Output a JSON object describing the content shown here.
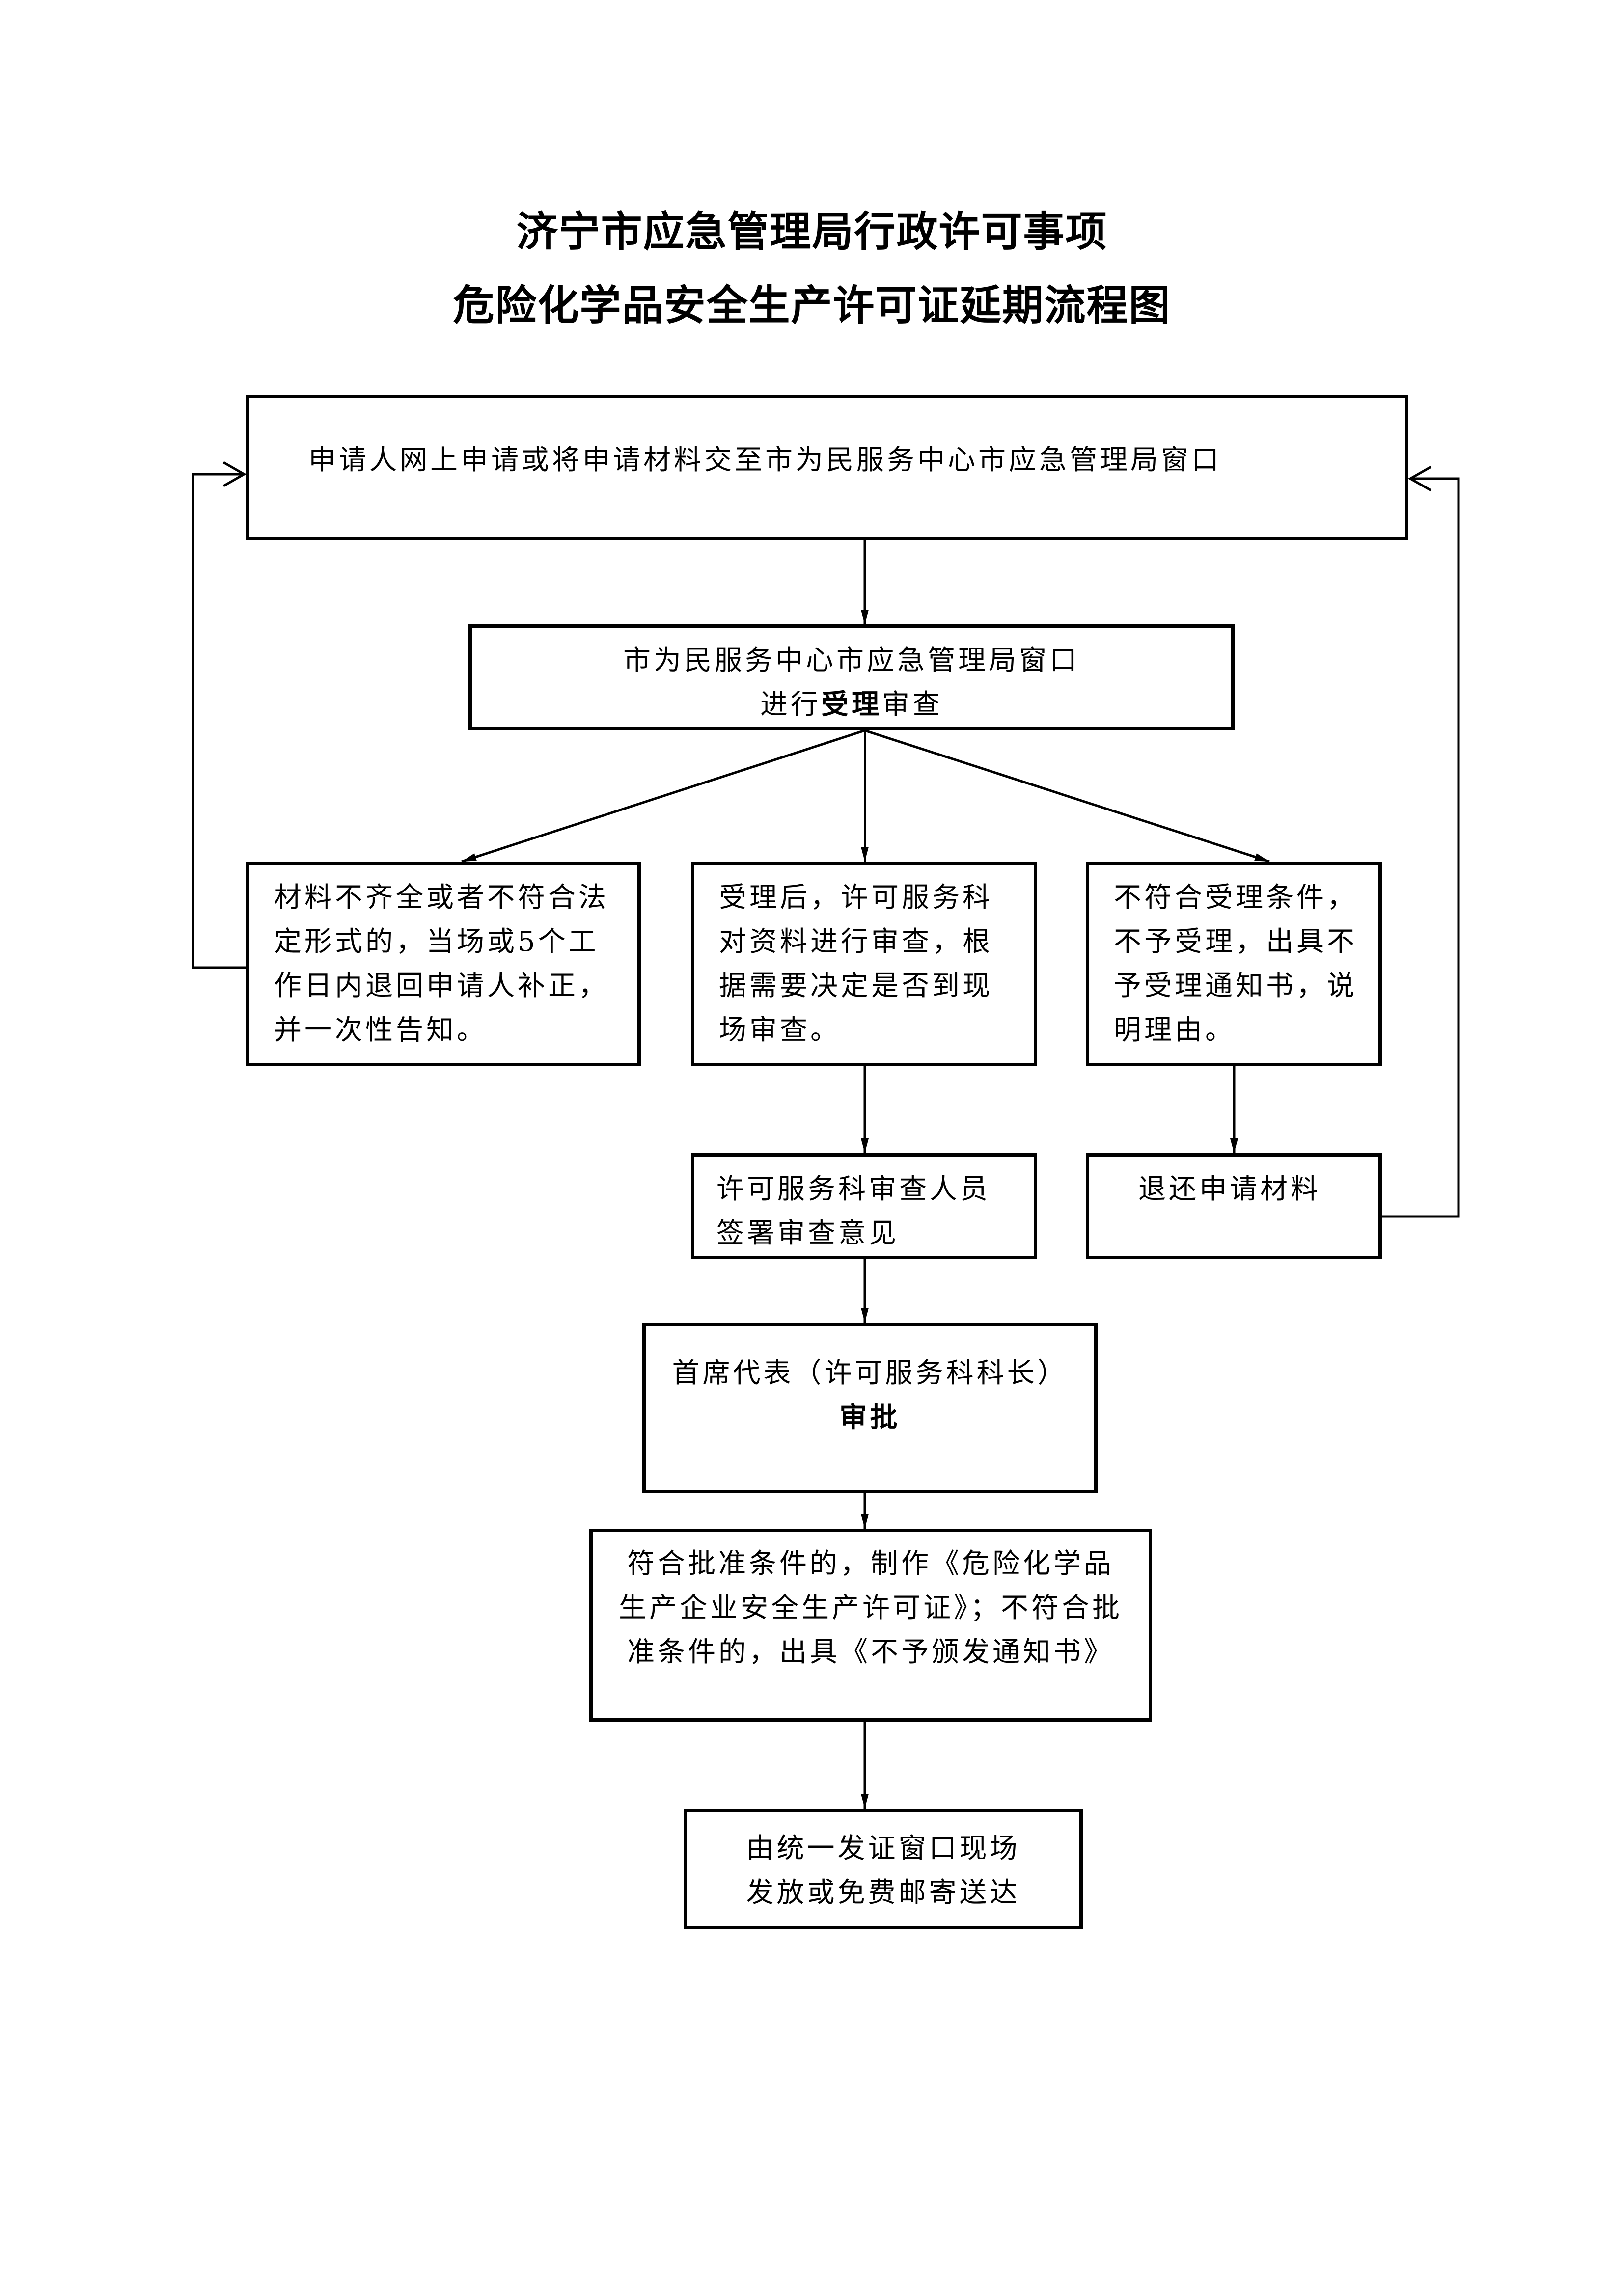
{
  "title": {
    "line1": "济宁市应急管理局行政许可事项",
    "line2": "危险化学品安全生产许可证延期流程图"
  },
  "nodes": {
    "apply": {
      "text": "申请人网上申请或将申请材料交至市为民服务中心市应急管理局窗口"
    },
    "accept_review": {
      "line1": "市为民服务中心市应急管理局窗口",
      "line2_pre": "进行",
      "line2_bold": "受理",
      "line2_post": "审查"
    },
    "incomplete": {
      "text": "材料不齐全或者不符合法定形式的，当场或5个工作日内退回申请人补正，并一次性告知。"
    },
    "accepted": {
      "text": "受理后，许可服务科对资料进行审查，根据需要决定是否到现场审查。"
    },
    "rejected": {
      "text": "不符合受理条件，不予受理，出具不予受理通知书，说明理由。"
    },
    "reviewer_sign": {
      "text": "许可服务科审查人员签署审查意见"
    },
    "return_materials": {
      "text": "退还申请材料"
    },
    "approval": {
      "line1": "首席代表（许可服务科科长）",
      "line2": "审批"
    },
    "decision": {
      "text": "符合批准条件的，制作《危险化学品生产企业安全生产许可证》；不符合批准条件的，出具《不予颁发通知书》"
    },
    "delivery": {
      "text": "由统一发证窗口现场发放或免费邮寄送达"
    }
  },
  "colors": {
    "line": "#000000",
    "background": "#ffffff"
  }
}
